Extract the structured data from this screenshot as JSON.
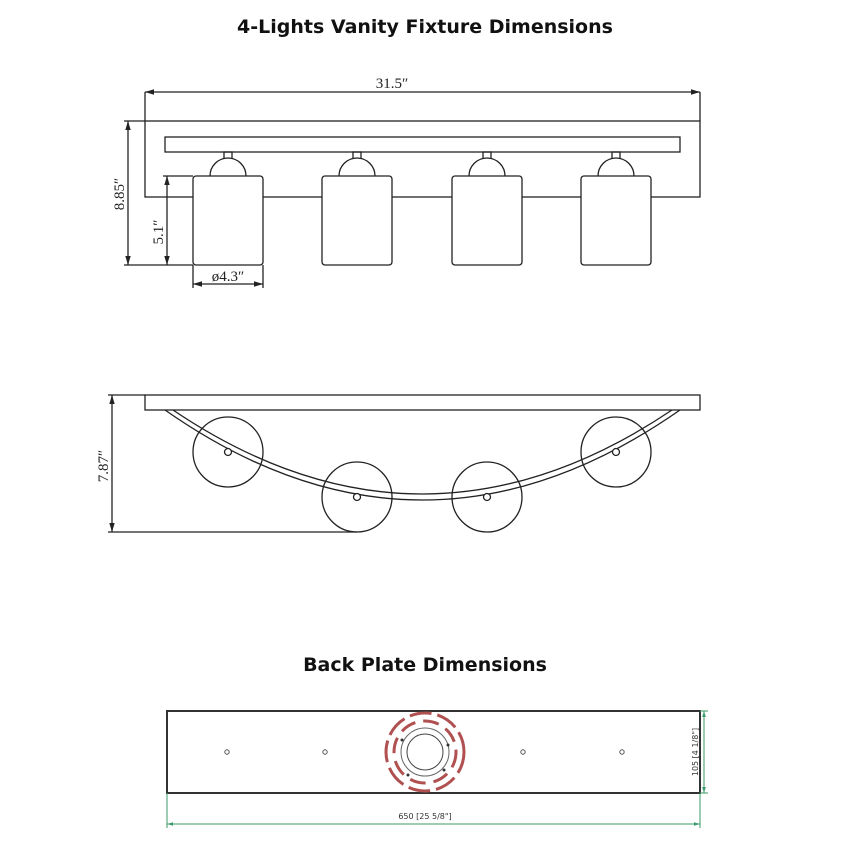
{
  "titles": {
    "main": "4-Lights Vanity Fixture Dimensions",
    "back_plate": "Back Plate Dimensions"
  },
  "front_view": {
    "width_label": "31.5″",
    "height_label": "8.85″",
    "shade_height_label": "5.1″",
    "shade_diameter_label": "ø4.3″"
  },
  "side_view": {
    "depth_label": "7.87″"
  },
  "back_plate": {
    "width_label": "650 [25 5/8\"]",
    "height_label": "105 [4 1/8\"]"
  },
  "colors": {
    "line": "#222222",
    "dimension_green": "#3a9a6a",
    "mount_red": "#b05050"
  }
}
